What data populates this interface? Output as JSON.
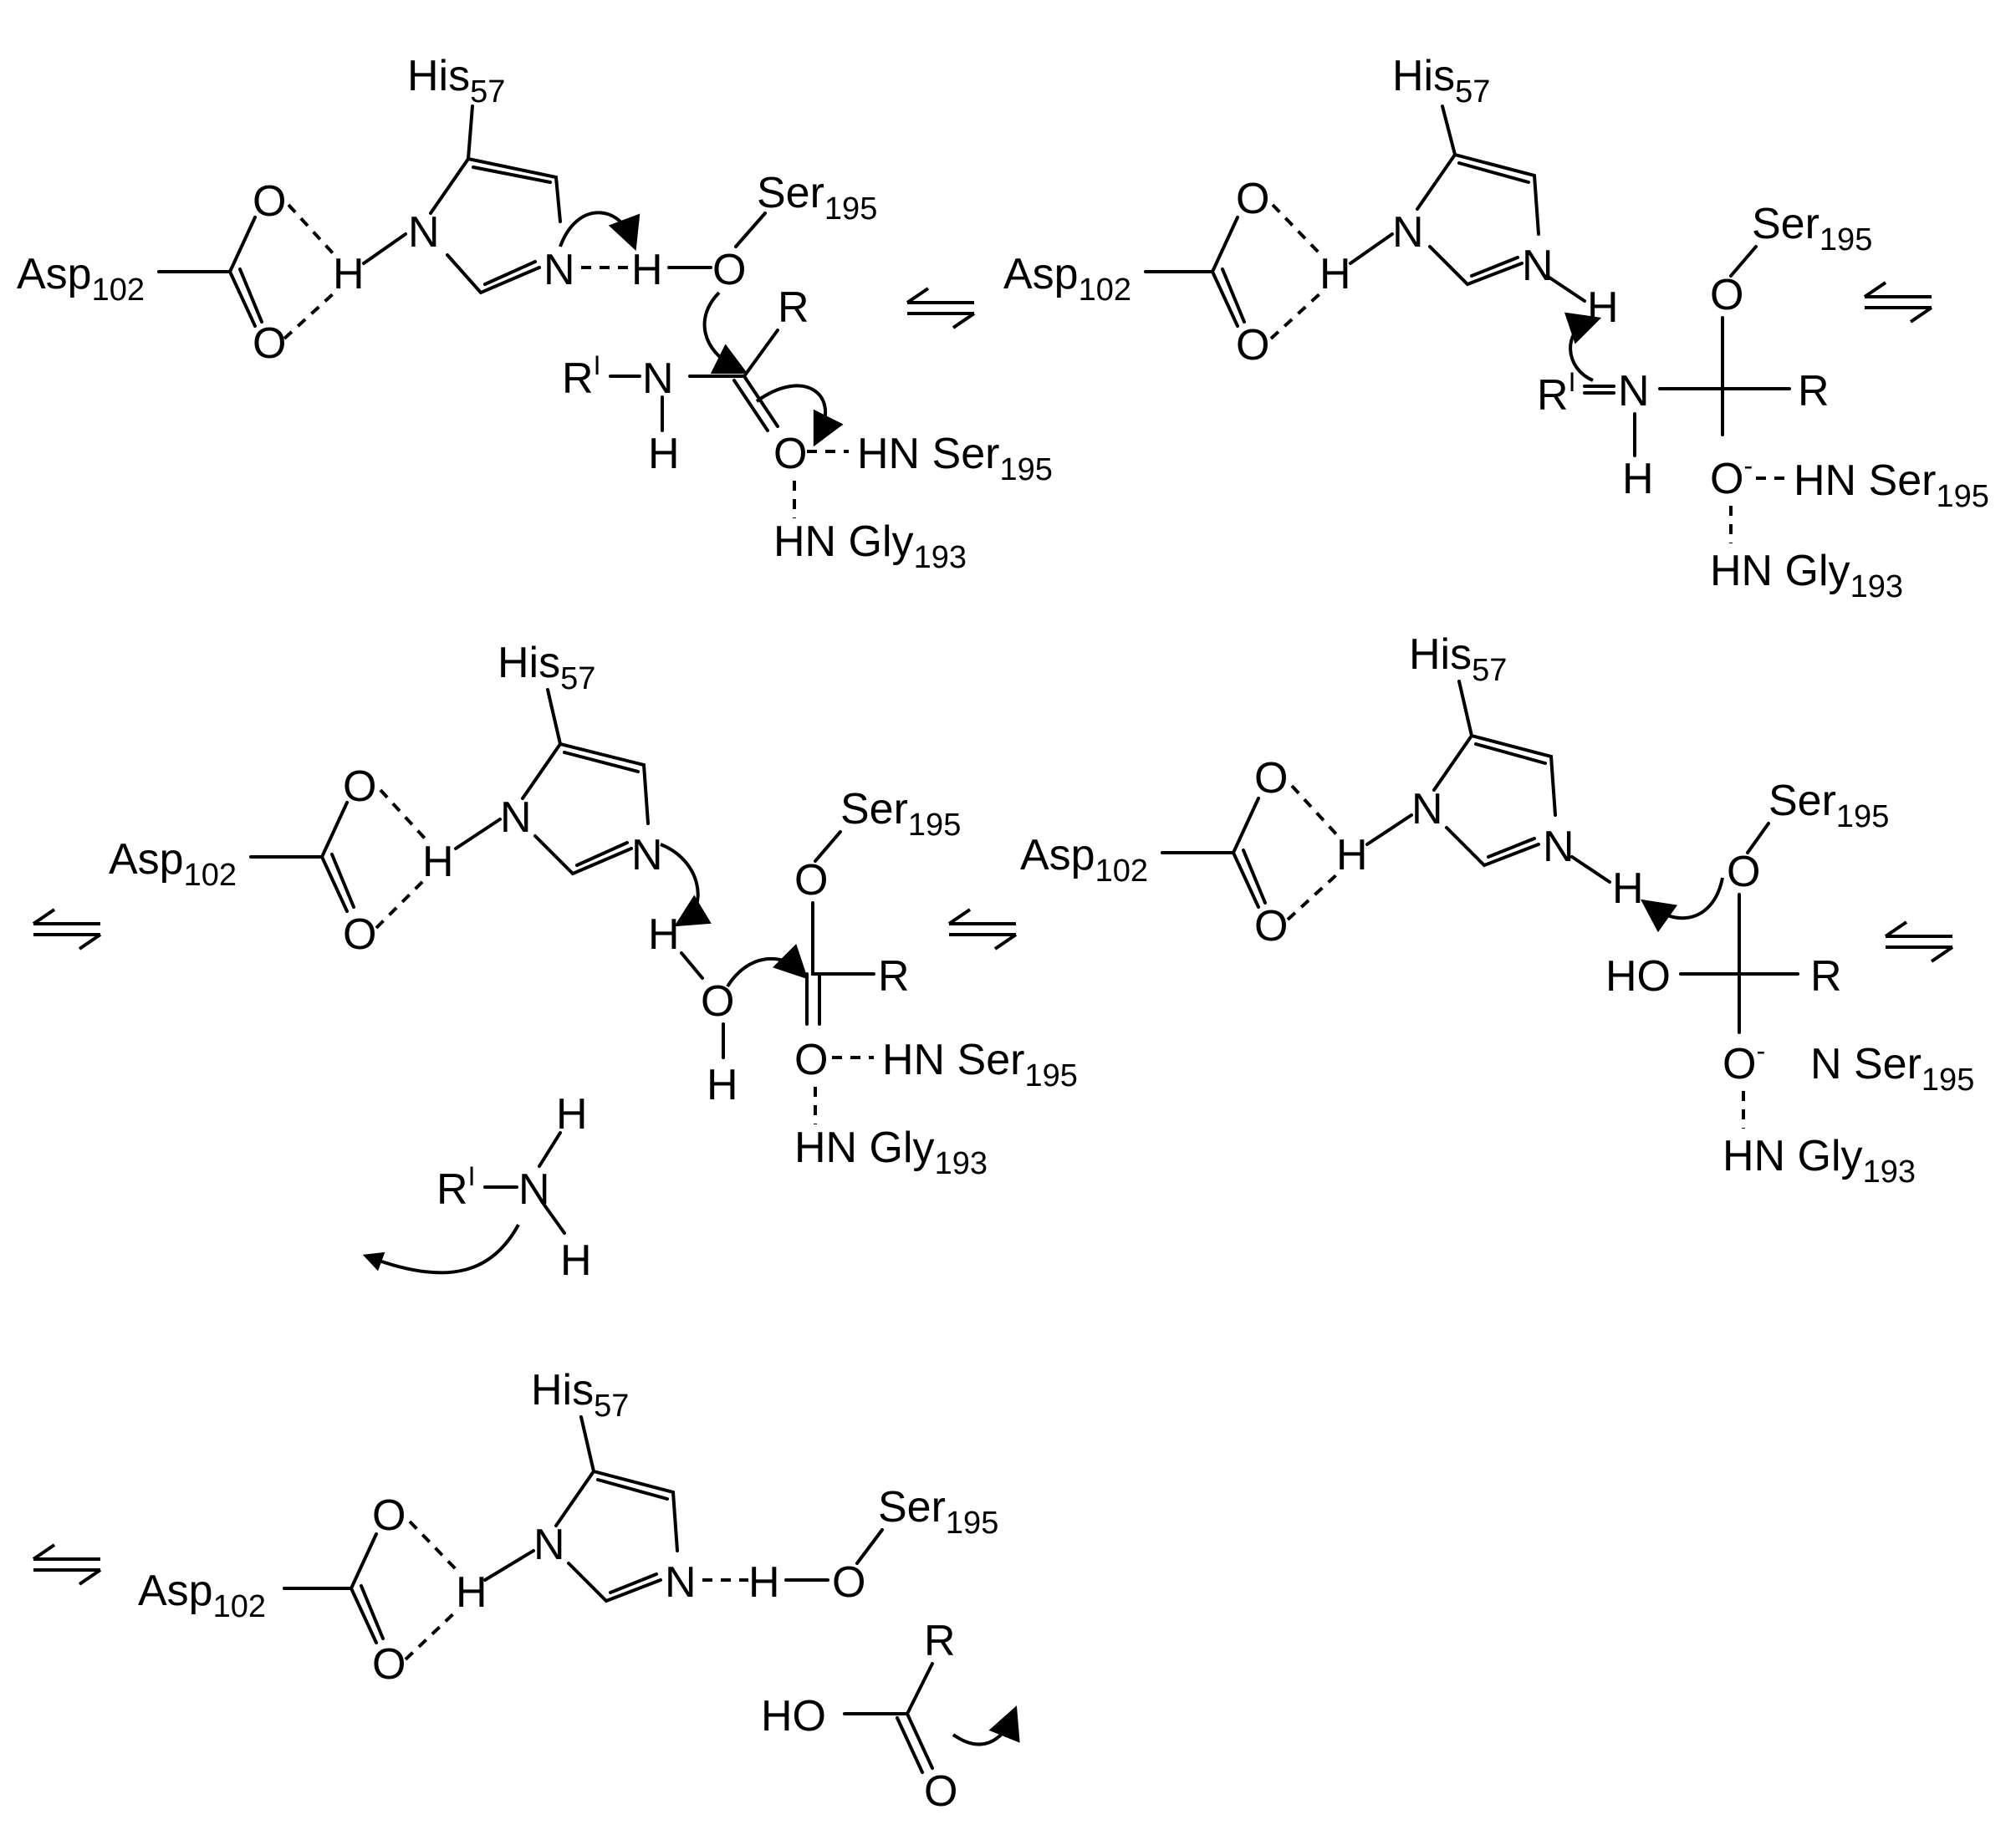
{
  "residues": {
    "his": {
      "name": "His",
      "num": "57"
    },
    "asp": {
      "name": "Asp",
      "num": "102"
    },
    "ser": {
      "name": "Ser",
      "num": "195"
    },
    "gly": {
      "name": "Gly",
      "num": "193"
    }
  },
  "atoms": {
    "N": "N",
    "H": "H",
    "O": "O",
    "R": "R",
    "R_prime_base": "R",
    "R_prime_sup": "I",
    "HN": "HN",
    "HO": "HO",
    "O_minus_sup": "-"
  },
  "labels": {
    "hn_ser": "HN Ser",
    "hn_gly": "HN Gly",
    "n_ser": "N Ser"
  },
  "colors": {
    "ink": "#000000",
    "background": "#ffffff"
  }
}
